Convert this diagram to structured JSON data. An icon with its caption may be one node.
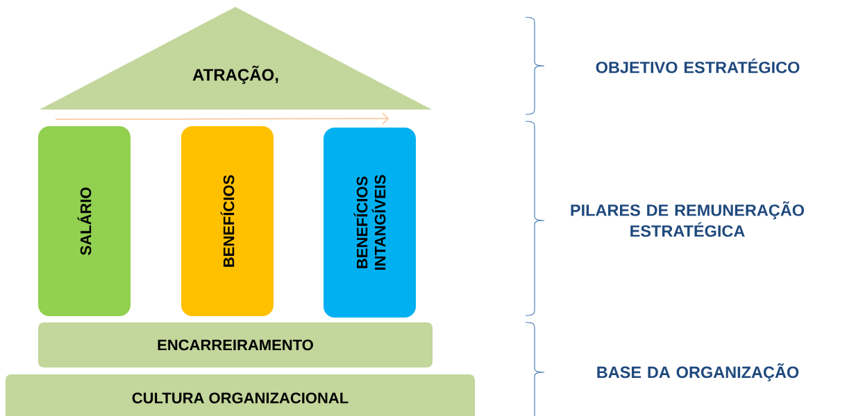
{
  "diagram": {
    "nodes": [
      {
        "text": [
          "ATRAÇÃO,"
        ]
      },
      {
        "text": [
          "SALÁRIO"
        ]
      },
      {
        "text": [
          "BENEFÍCIOS"
        ]
      },
      {
        "text": [
          "BENEFÍCIOS INTANGÍVEIS"
        ]
      },
      {
        "text": [
          "ENCARREIRAMENTO"
        ]
      },
      {
        "text": [
          "CULTURA ORGANIZACIONAL"
        ]
      }
    ],
    "labels": [
      "OBJETIVO ESTRATÉGICO",
      "PILARES DE REMUNERAÇÃO ESTRATÉGICA",
      "BASE DA ORGANIZAÇÃO"
    ]
  }
}
